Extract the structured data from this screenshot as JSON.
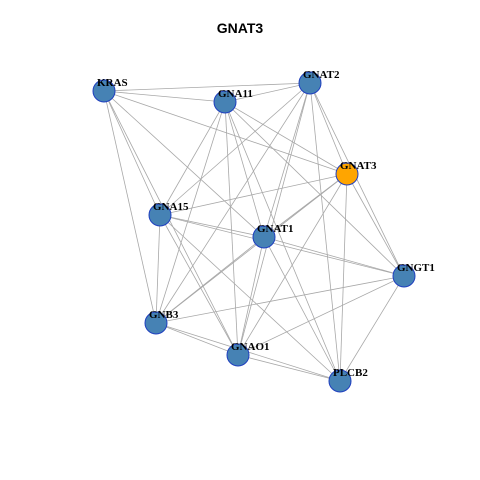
{
  "title": "GNAT3",
  "colors": {
    "default_node": "#4682b4",
    "highlight_node": "#ffa500",
    "edge": "#a8a8a8",
    "node_border": "#1f3fbf"
  },
  "nodes": [
    {
      "id": "KRAS",
      "label": "KRAS",
      "highlight": false
    },
    {
      "id": "GNAT2",
      "label": "GNAT2",
      "highlight": false
    },
    {
      "id": "GNA11",
      "label": "GNA11",
      "highlight": false
    },
    {
      "id": "GNAT3",
      "label": "GNAT3",
      "highlight": true
    },
    {
      "id": "GNA15",
      "label": "GNA15",
      "highlight": false
    },
    {
      "id": "GNAT1",
      "label": "GNAT1",
      "highlight": false
    },
    {
      "id": "GNGT1",
      "label": "GNGT1",
      "highlight": false
    },
    {
      "id": "GNB3",
      "label": "GNB3",
      "highlight": false
    },
    {
      "id": "GNAO1",
      "label": "GNAO1",
      "highlight": false
    },
    {
      "id": "PLCB2",
      "label": "PLCB2",
      "highlight": false
    }
  ],
  "edges": [
    [
      "KRAS",
      "GNAT2"
    ],
    [
      "KRAS",
      "GNA11"
    ],
    [
      "KRAS",
      "GNAT3"
    ],
    [
      "KRAS",
      "GNA15"
    ],
    [
      "KRAS",
      "GNAT1"
    ],
    [
      "KRAS",
      "GNB3"
    ],
    [
      "KRAS",
      "GNAO1"
    ],
    [
      "GNA11",
      "GNAT2"
    ],
    [
      "GNA11",
      "GNA15"
    ],
    [
      "GNA11",
      "GNAT1"
    ],
    [
      "GNA11",
      "GNB3"
    ],
    [
      "GNA11",
      "GNAO1"
    ],
    [
      "GNA11",
      "GNAT3"
    ],
    [
      "GNA11",
      "GNGT1"
    ],
    [
      "GNA11",
      "PLCB2"
    ],
    [
      "GNAT2",
      "GNA15"
    ],
    [
      "GNAT2",
      "GNAT1"
    ],
    [
      "GNAT2",
      "GNB3"
    ],
    [
      "GNAT2",
      "GNAO1"
    ],
    [
      "GNAT2",
      "GNAT3"
    ],
    [
      "GNAT2",
      "GNGT1"
    ],
    [
      "GNAT2",
      "PLCB2"
    ],
    [
      "GNAT3",
      "GNA15"
    ],
    [
      "GNAT3",
      "GNAT1"
    ],
    [
      "GNAT3",
      "GNB3"
    ],
    [
      "GNAT3",
      "GNAO1"
    ],
    [
      "GNAT3",
      "GNGT1"
    ],
    [
      "GNAT3",
      "PLCB2"
    ],
    [
      "GNA15",
      "GNAT1"
    ],
    [
      "GNA15",
      "GNB3"
    ],
    [
      "GNA15",
      "GNAO1"
    ],
    [
      "GNA15",
      "PLCB2"
    ],
    [
      "GNA15",
      "GNGT1"
    ],
    [
      "GNAT1",
      "GNB3"
    ],
    [
      "GNAT1",
      "GNAO1"
    ],
    [
      "GNAT1",
      "GNGT1"
    ],
    [
      "GNAT1",
      "PLCB2"
    ],
    [
      "GNB3",
      "GNAO1"
    ],
    [
      "GNB3",
      "GNGT1"
    ],
    [
      "GNB3",
      "PLCB2"
    ],
    [
      "GNAO1",
      "GNGT1"
    ],
    [
      "GNAO1",
      "PLCB2"
    ],
    [
      "GNGT1",
      "PLCB2"
    ]
  ]
}
